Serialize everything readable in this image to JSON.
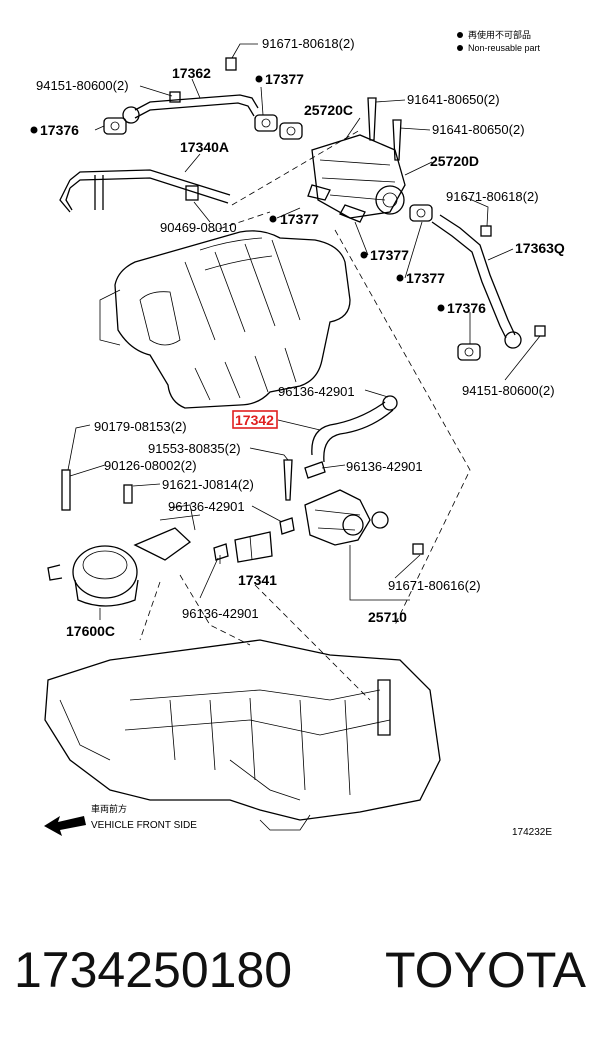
{
  "legend": {
    "jp_text": "再使用不可部品",
    "en_text": "Non-reusable part"
  },
  "labels": {
    "l_91671_80618_top": "91671-80618(2)",
    "l_94151_80600_left": "94151-80600(2)",
    "l_17362": "17362",
    "l_17377_a": "17377",
    "l_91641_80650_a": "91641-80650(2)",
    "l_25720c": "25720C",
    "l_91641_80650_b": "91641-80650(2)",
    "l_17376_left": "17376",
    "l_17340a": "17340A",
    "l_25720d": "25720D",
    "l_91671_80618_right": "91671-80618(2)",
    "l_90469_08010": "90469-08010",
    "l_17377_b": "17377",
    "l_17363q": "17363Q",
    "l_17377_c": "17377",
    "l_17377_d": "17377",
    "l_17376_right": "17376",
    "l_94151_80600_right": "94151-80600(2)",
    "l_96136_42901_a": "96136-42901",
    "l_17342": "17342",
    "l_90179_08153": "90179-08153(2)",
    "l_91553_80835": "91553-80835(2)",
    "l_90126_08002": "90126-08002(2)",
    "l_96136_42901_b": "96136-42901",
    "l_91621_j0814": "91621-J0814(2)",
    "l_96136_42901_c": "96136-42901",
    "l_17341": "17341",
    "l_91671_80616": "91671-80616(2)",
    "l_96136_42901_d": "96136-42901",
    "l_17600c": "17600C",
    "l_25710": "25710",
    "vehicle_front_jp": "車両前方",
    "vehicle_front_en": "VEHICLE FRONT SIDE",
    "figure_code": "174232E"
  },
  "highlight": {
    "part": "17342",
    "color": "#e02020"
  },
  "footer": {
    "part_number": "1734250180",
    "brand": "TOYOTA"
  }
}
